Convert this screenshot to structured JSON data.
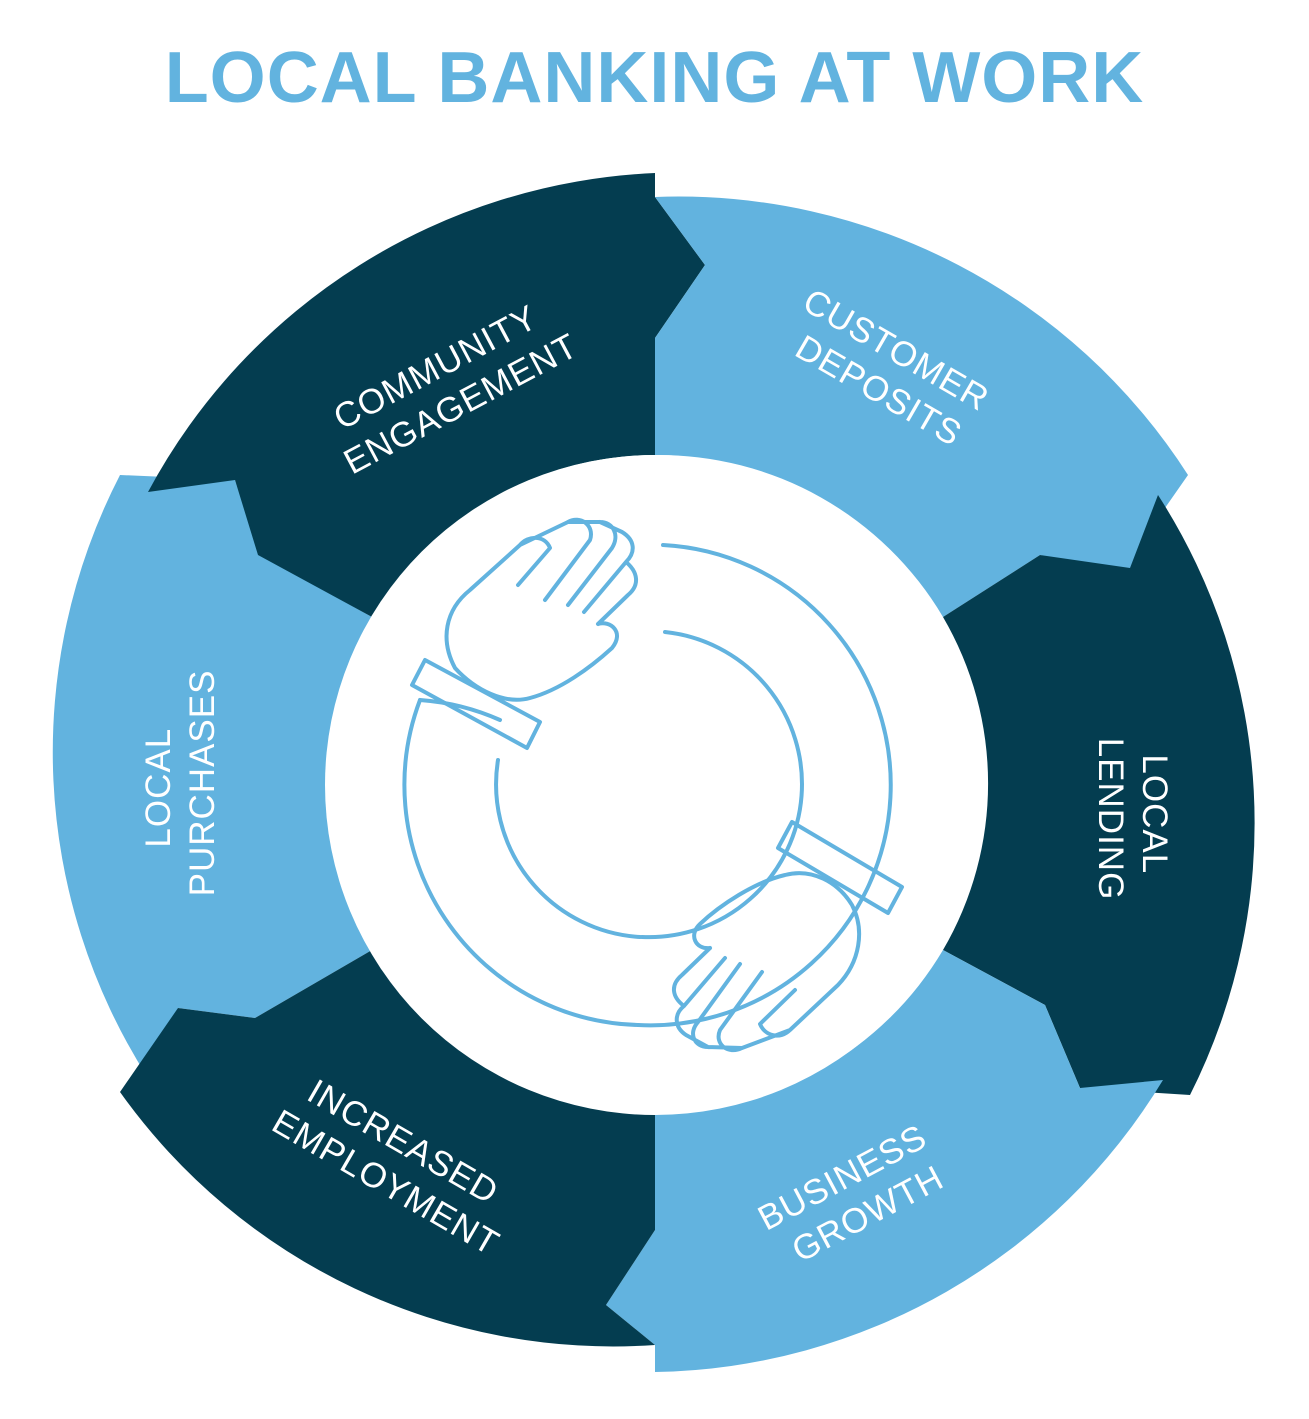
{
  "title": "LOCAL BANKING AT WORK",
  "colors": {
    "title": "#62b3df",
    "dark": "#043d50",
    "light": "#62b3df",
    "center": "#ffffff",
    "icon_stroke": "#62b3df"
  },
  "segments": [
    {
      "id": "community-engagement",
      "lines": [
        "COMMUNITY",
        "ENGAGEMENT"
      ],
      "shade": "dark"
    },
    {
      "id": "customer-deposits",
      "lines": [
        "CUSTOMER",
        "DEPOSITS"
      ],
      "shade": "light"
    },
    {
      "id": "local-lending",
      "lines": [
        "LOCAL",
        "LENDING"
      ],
      "shade": "dark"
    },
    {
      "id": "business-growth",
      "lines": [
        "BUSINESS",
        "GROWTH"
      ],
      "shade": "light"
    },
    {
      "id": "increased-employment",
      "lines": [
        "INCREASED",
        "EMPLOYMENT"
      ],
      "shade": "dark"
    },
    {
      "id": "local-purchases",
      "lines": [
        "LOCAL",
        "PURCHASES"
      ],
      "shade": "light"
    }
  ],
  "center_icon": "hands-cycle-icon"
}
